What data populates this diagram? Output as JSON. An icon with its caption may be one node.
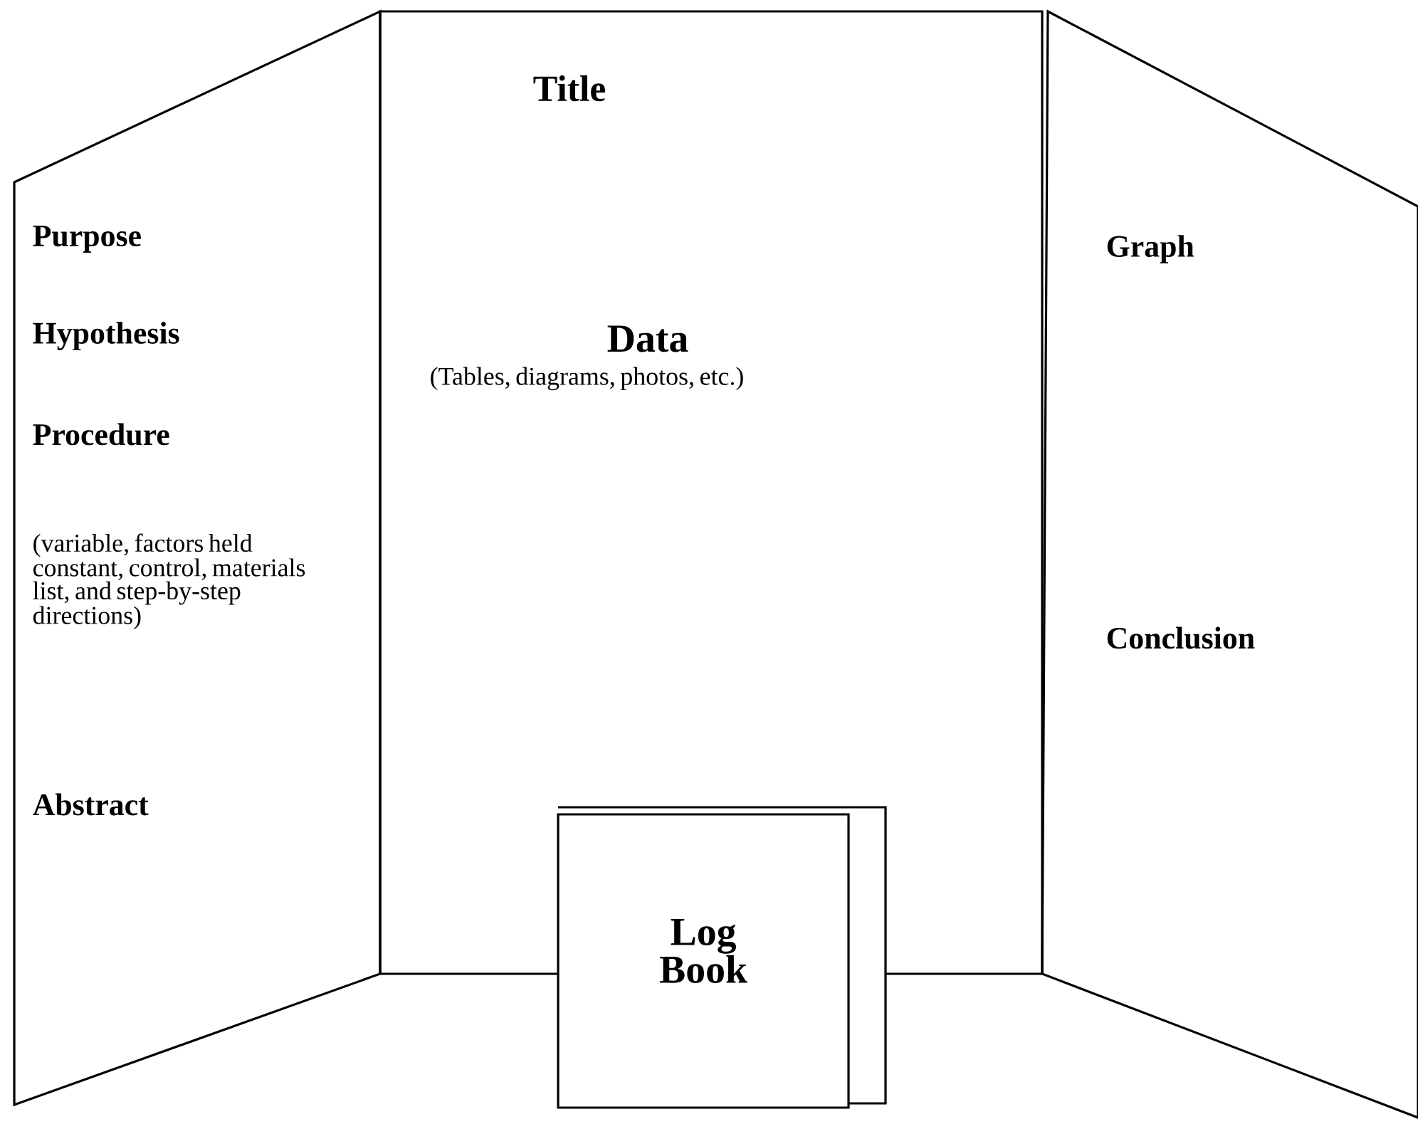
{
  "diagram": {
    "nodes": [
      {
        "text": [
          "Purpose",
          "Hypothesis",
          "Procedure",
          "(variable, factors held constant, control, materials list, and step-by-step directions)",
          "Abstract"
        ]
      },
      {
        "text": [
          "Title",
          "Data",
          "(Tables, diagrams, photos, etc.)"
        ]
      },
      {
        "text": [
          "Graph",
          "Conclusion"
        ]
      },
      {
        "text": [
          "Log Book"
        ]
      }
    ]
  }
}
